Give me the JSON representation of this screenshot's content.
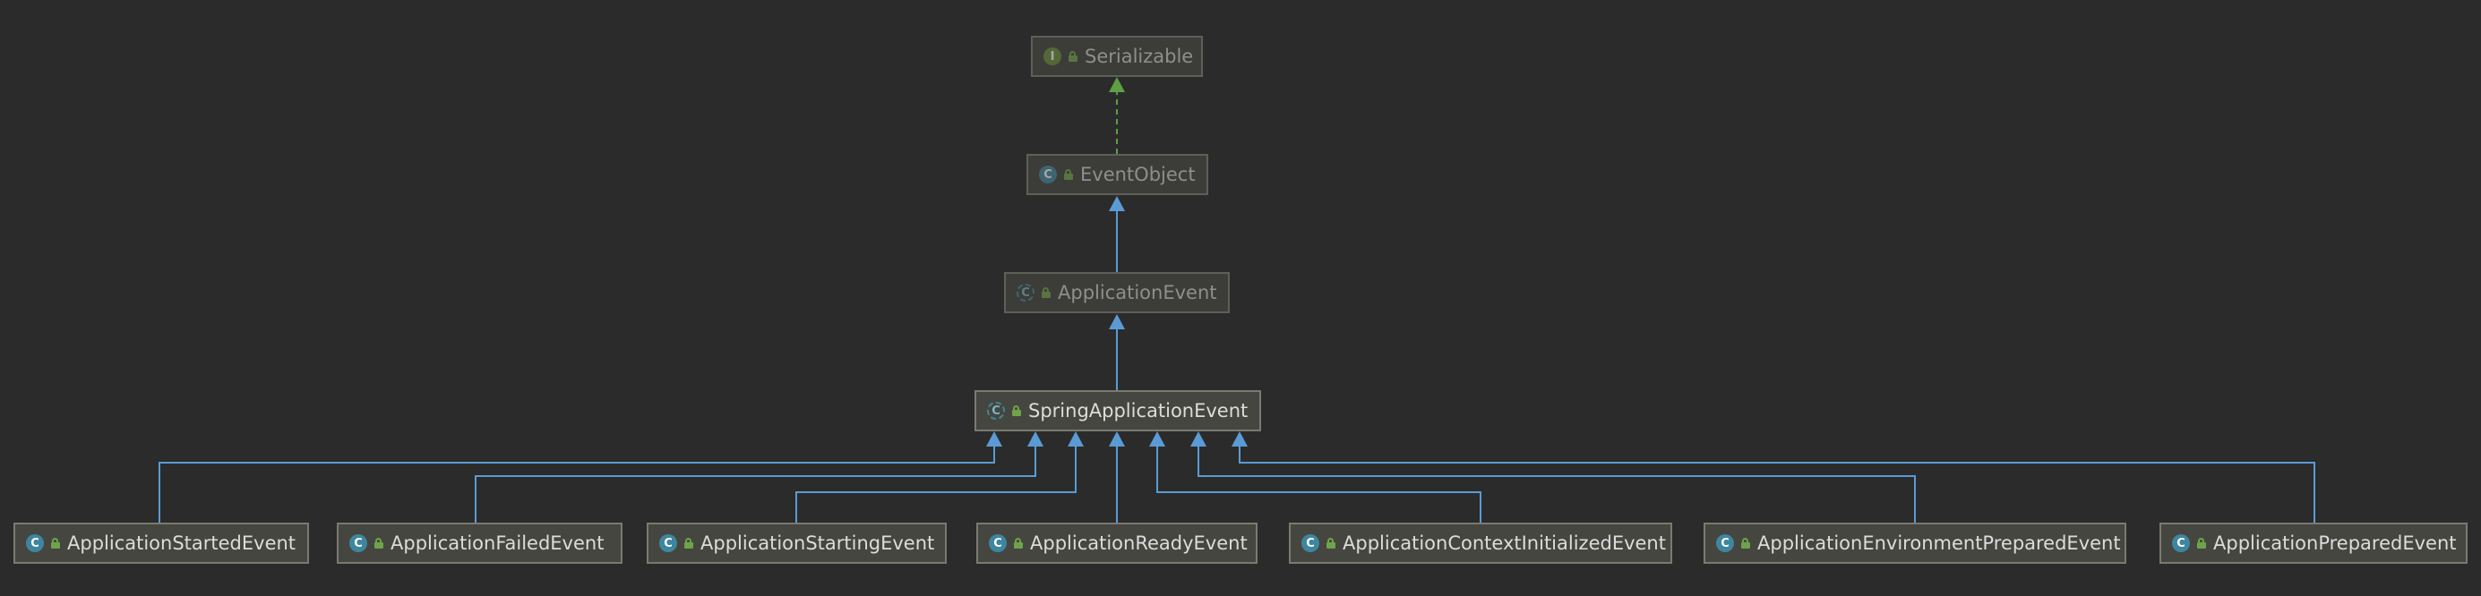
{
  "diagram": {
    "colors": {
      "background": "#2b2b2b",
      "extends_edge": "#5b9bd5",
      "implements_edge": "#5f9e44",
      "class_icon": "#3e86a0",
      "interface_icon": "#6a8a3a",
      "visibility_icon": "#6fa34a"
    },
    "nodes": [
      {
        "id": "serializable",
        "label": "Serializable",
        "kind": "interface",
        "icon_glyph": "I"
      },
      {
        "id": "eventobject",
        "label": "EventObject",
        "kind": "class",
        "icon_glyph": "C"
      },
      {
        "id": "applicationevent",
        "label": "ApplicationEvent",
        "kind": "abstract",
        "icon_glyph": "C"
      },
      {
        "id": "springapplicationevent",
        "label": "SpringApplicationEvent",
        "kind": "abstract",
        "icon_glyph": "C"
      },
      {
        "id": "applicationstartedevent",
        "label": "ApplicationStartedEvent",
        "kind": "class",
        "icon_glyph": "C"
      },
      {
        "id": "applicationfailedevent",
        "label": "ApplicationFailedEvent",
        "kind": "class",
        "icon_glyph": "C"
      },
      {
        "id": "applicationstartingevent",
        "label": "ApplicationStartingEvent",
        "kind": "class",
        "icon_glyph": "C"
      },
      {
        "id": "applicationreadyevent",
        "label": "ApplicationReadyEvent",
        "kind": "class",
        "icon_glyph": "C"
      },
      {
        "id": "applicationcontextinitializedevent",
        "label": "ApplicationContextInitializedEvent",
        "kind": "class",
        "icon_glyph": "C"
      },
      {
        "id": "applicationenvironmentpreparedevent",
        "label": "ApplicationEnvironmentPreparedEvent",
        "kind": "class",
        "icon_glyph": "C"
      },
      {
        "id": "applicationpreparedevent",
        "label": "ApplicationPreparedEvent",
        "kind": "class",
        "icon_glyph": "C"
      }
    ],
    "edges": [
      {
        "from": "eventobject",
        "to": "serializable",
        "type": "implements"
      },
      {
        "from": "applicationevent",
        "to": "eventobject",
        "type": "extends"
      },
      {
        "from": "springapplicationevent",
        "to": "applicationevent",
        "type": "extends"
      },
      {
        "from": "applicationstartedevent",
        "to": "springapplicationevent",
        "type": "extends"
      },
      {
        "from": "applicationfailedevent",
        "to": "springapplicationevent",
        "type": "extends"
      },
      {
        "from": "applicationstartingevent",
        "to": "springapplicationevent",
        "type": "extends"
      },
      {
        "from": "applicationreadyevent",
        "to": "springapplicationevent",
        "type": "extends"
      },
      {
        "from": "applicationcontextinitializedevent",
        "to": "springapplicationevent",
        "type": "extends"
      },
      {
        "from": "applicationenvironmentpreparedevent",
        "to": "springapplicationevent",
        "type": "extends"
      },
      {
        "from": "applicationpreparedevent",
        "to": "springapplicationevent",
        "type": "extends"
      }
    ]
  }
}
